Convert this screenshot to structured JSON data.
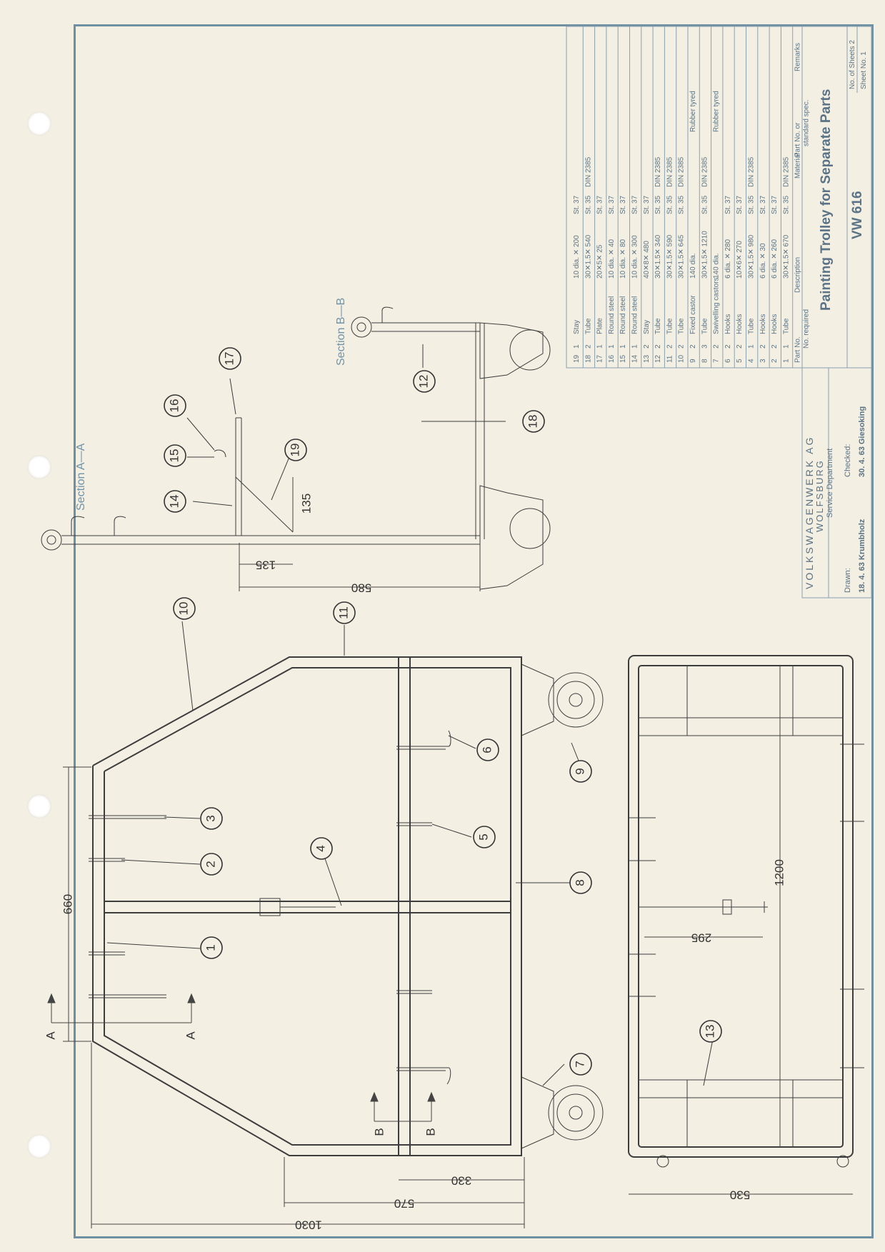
{
  "holes": 4,
  "labels": {
    "section_aa": "Section A—A",
    "section_bb": "Section B—B",
    "cut_a": "A",
    "cut_b": "B"
  },
  "bubbles": [
    "1",
    "2",
    "3",
    "4",
    "5",
    "6",
    "7",
    "8",
    "9",
    "10",
    "11",
    "12",
    "13",
    "14",
    "15",
    "16",
    "17",
    "18",
    "19"
  ],
  "dimensions": {
    "d1030": "1030",
    "d570": "570",
    "d330": "330",
    "d660": "660",
    "d1200": "1200",
    "d295": "295",
    "d530": "530",
    "d580": "580",
    "d135a": "135",
    "d135b": "135"
  },
  "parts_table": {
    "rows": [
      {
        "part": "19",
        "qty": "1",
        "desc": "Stay",
        "size": "10 dia. ✕ 200",
        "mat": "St. 37",
        "spec": "",
        "remark": ""
      },
      {
        "part": "18",
        "qty": "2",
        "desc": "Tube",
        "size": "30✕1.5✕ 540",
        "mat": "St. 35",
        "spec": "DIN 2385",
        "remark": ""
      },
      {
        "part": "17",
        "qty": "1",
        "desc": "Plate",
        "size": "20✕5✕ 25",
        "mat": "St. 37",
        "spec": "",
        "remark": ""
      },
      {
        "part": "16",
        "qty": "1",
        "desc": "Round steel",
        "size": "10 dia. ✕ 40",
        "mat": "St. 37",
        "spec": "",
        "remark": ""
      },
      {
        "part": "15",
        "qty": "1",
        "desc": "Round steel",
        "size": "10 dia. ✕ 80",
        "mat": "St. 37",
        "spec": "",
        "remark": ""
      },
      {
        "part": "14",
        "qty": "1",
        "desc": "Round steel",
        "size": "10 dia. ✕ 300",
        "mat": "St. 37",
        "spec": "",
        "remark": ""
      },
      {
        "part": "13",
        "qty": "2",
        "desc": "Stay",
        "size": "40✕8✕ 480",
        "mat": "St. 37",
        "spec": "",
        "remark": ""
      },
      {
        "part": "12",
        "qty": "2",
        "desc": "Tube",
        "size": "30✕1.5✕ 340",
        "mat": "St. 35",
        "spec": "DIN 2385",
        "remark": ""
      },
      {
        "part": "11",
        "qty": "2",
        "desc": "Tube",
        "size": "30✕1.5✕ 590",
        "mat": "St. 35",
        "spec": "DIN 2385",
        "remark": ""
      },
      {
        "part": "10",
        "qty": "2",
        "desc": "Tube",
        "size": "30✕1.5✕ 645",
        "mat": "St. 35",
        "spec": "DIN 2385",
        "remark": ""
      },
      {
        "part": "9",
        "qty": "2",
        "desc": "Fixed castor",
        "size": "140 dia.",
        "mat": "",
        "spec": "",
        "remark": "Rubber tyred"
      },
      {
        "part": "8",
        "qty": "3",
        "desc": "Tube",
        "size": "30✕1.5✕ 1210",
        "mat": "St. 35",
        "spec": "DIN 2385",
        "remark": ""
      },
      {
        "part": "7",
        "qty": "2",
        "desc": "Swivelling castors",
        "size": "140 dia.",
        "mat": "",
        "spec": "",
        "remark": "Rubber tyred"
      },
      {
        "part": "6",
        "qty": "2",
        "desc": "Hooks",
        "size": "6 dia. ✕ 280",
        "mat": "St. 37",
        "spec": "",
        "remark": ""
      },
      {
        "part": "5",
        "qty": "2",
        "desc": "Hooks",
        "size": "10✕6✕ 270",
        "mat": "St. 37",
        "spec": "",
        "remark": ""
      },
      {
        "part": "4",
        "qty": "1",
        "desc": "Tube",
        "size": "30✕1.5✕ 980",
        "mat": "St. 35",
        "spec": "DIN 2385",
        "remark": ""
      },
      {
        "part": "3",
        "qty": "2",
        "desc": "Hooks",
        "size": "6 dia. ✕ 30",
        "mat": "St. 37",
        "spec": "",
        "remark": ""
      },
      {
        "part": "2",
        "qty": "2",
        "desc": "Hooks",
        "size": "6 dia. ✕ 260",
        "mat": "St. 37",
        "spec": "",
        "remark": ""
      },
      {
        "part": "1",
        "qty": "1",
        "desc": "Tube",
        "size": "30✕1.5✕ 670",
        "mat": "St. 35",
        "spec": "DIN 2385",
        "remark": ""
      }
    ],
    "header": {
      "part_no": "Part No.",
      "no_required": "No. required",
      "description": "Description",
      "material": "Material",
      "part_no_or": "Part No. or",
      "standard_spec": "standard spec.",
      "remarks": "Remarks"
    }
  },
  "title_block": {
    "company": "VOLKSWAGENWERK AG",
    "city": "WOLFSBURG",
    "dept": "Service Department",
    "drawn_label": "Drawn:",
    "drawn_value": "18. 4. 63 Krumbholz",
    "checked_label": "Checked:",
    "checked_value": "30. 4. 63 Giesoking",
    "title": "Painting Trolley for Separate Parts",
    "model": "VW 616",
    "sheets_label": "No. of Sheets 2",
    "sheet_no": "Sheet No. 1"
  },
  "colors": {
    "paper": "#f3efe2",
    "frame": "#6f8fa3",
    "ink": "#3d3d3d",
    "section_text": "#6f93aa"
  }
}
